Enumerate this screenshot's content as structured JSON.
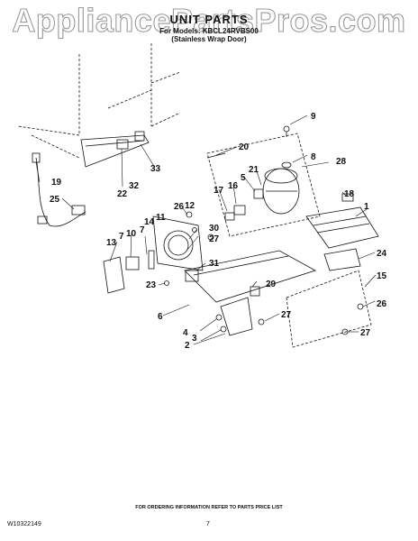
{
  "watermark": "AppliancePartsPros.com",
  "header": {
    "title": "UNIT PARTS",
    "model_line": "For Models: KBCL24RVBS00",
    "door_note": "(Stainless Wrap Door)"
  },
  "callouts": [
    "1",
    "2",
    "3",
    "4",
    "5",
    "6",
    "7",
    "7",
    "8",
    "9",
    "10",
    "11",
    "12",
    "13",
    "14",
    "15",
    "16",
    "17",
    "18",
    "19",
    "20",
    "21",
    "22",
    "23",
    "24",
    "25",
    "26",
    "26",
    "27",
    "27",
    "27",
    "28",
    "29",
    "30",
    "31",
    "32",
    "33"
  ],
  "footer": {
    "ordering_note": "FOR ORDERING INFORMATION REFER TO PARTS PRICE LIST",
    "doc_code": "W10322149",
    "page_number": "7"
  },
  "colors": {
    "ink": "#111111",
    "watermark_outline": "#9a9a9a"
  }
}
